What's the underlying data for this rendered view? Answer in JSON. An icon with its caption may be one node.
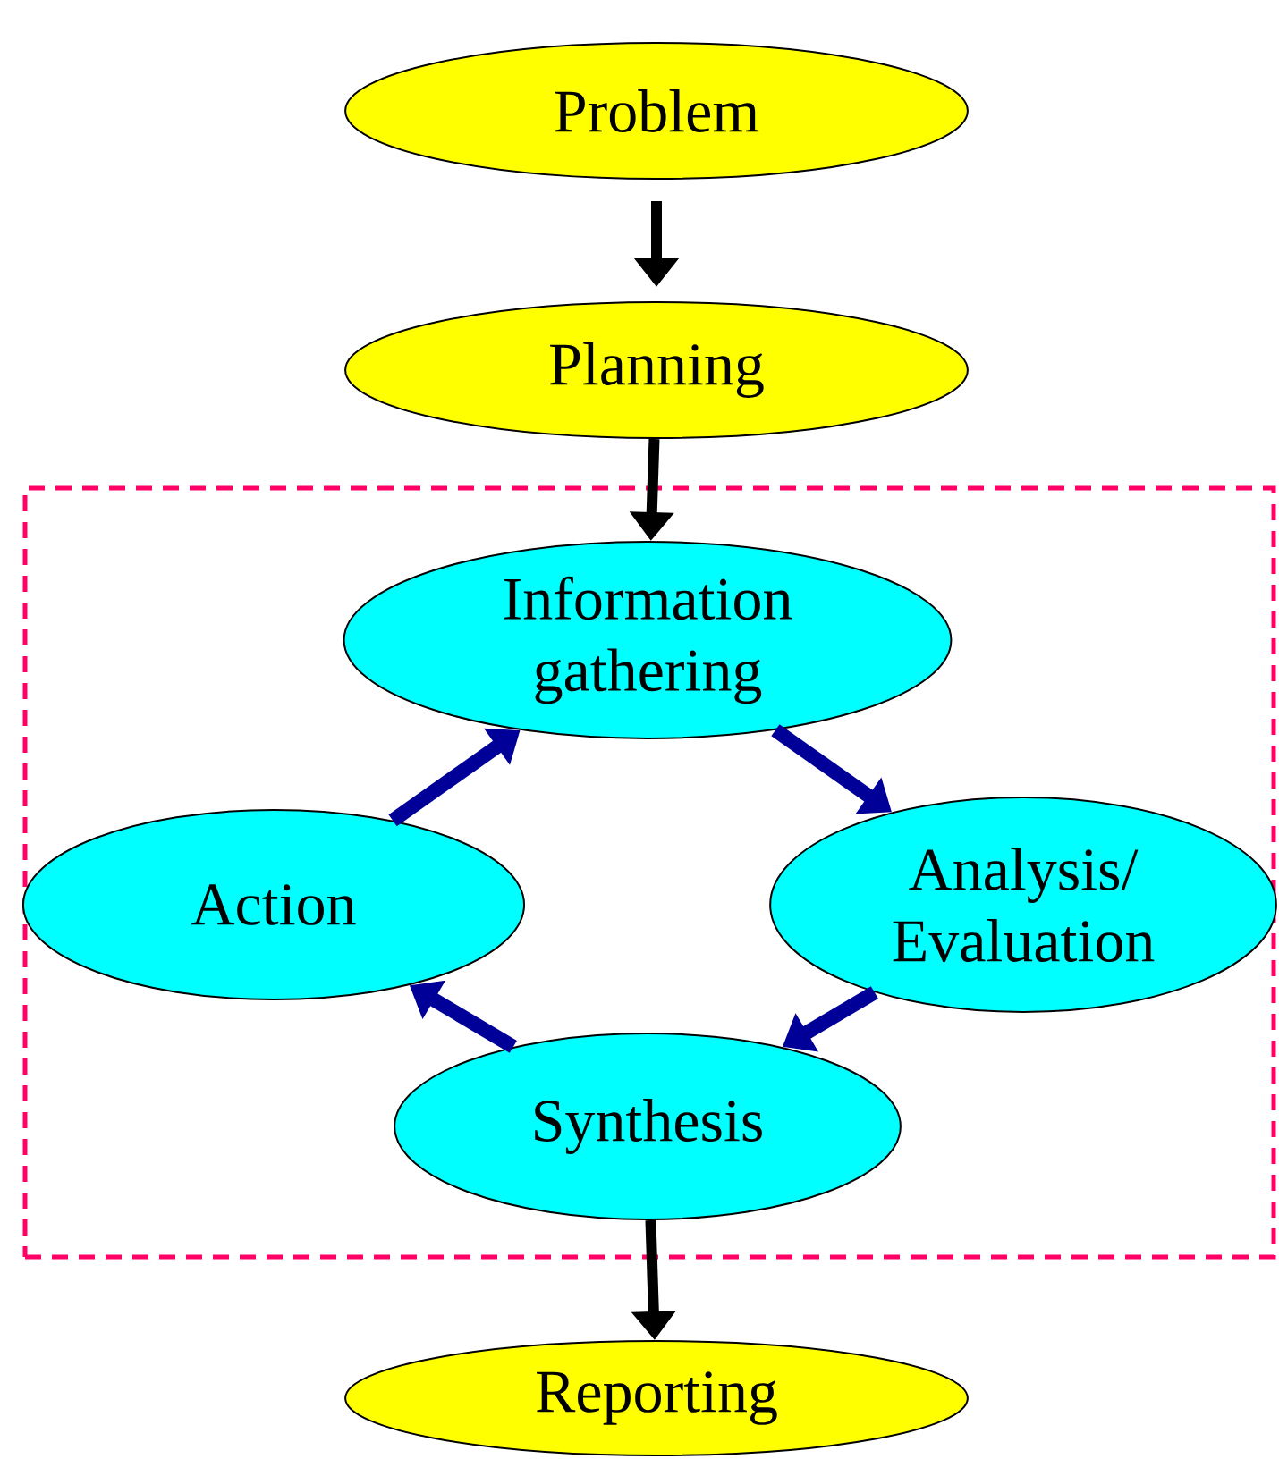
{
  "diagram": {
    "nodes": [
      {
        "text": [
          "Problem"
        ]
      },
      {
        "text": [
          "Planning"
        ]
      },
      {
        "text": [],
        "shape": "box"
      },
      {
        "text": [
          "Information gathering"
        ],
        "in": 2
      },
      {
        "text": [
          "Action"
        ],
        "in": 2
      },
      {
        "text": [
          "Analysis/ Evaluation"
        ],
        "in": 2
      },
      {
        "text": [
          "Synthesis"
        ],
        "in": 2
      },
      {
        "text": [
          "Reporting"
        ]
      }
    ],
    "edges": [
      {
        "from": 0,
        "to": 1,
        "arrow": "to",
        "color": "#000000"
      },
      {
        "from": 1,
        "to": 3,
        "arrow": "to",
        "color": "#000000"
      },
      {
        "from": 3,
        "to": 5,
        "arrow": "to",
        "color": "#000099"
      },
      {
        "from": 5,
        "to": 6,
        "arrow": "to",
        "color": "#000099"
      },
      {
        "from": 6,
        "to": 4,
        "arrow": "to",
        "color": "#000099"
      },
      {
        "from": 4,
        "to": 3,
        "arrow": "to",
        "color": "#000099"
      },
      {
        "from": 6,
        "to": 7,
        "arrow": "to",
        "color": "#000000"
      }
    ]
  }
}
